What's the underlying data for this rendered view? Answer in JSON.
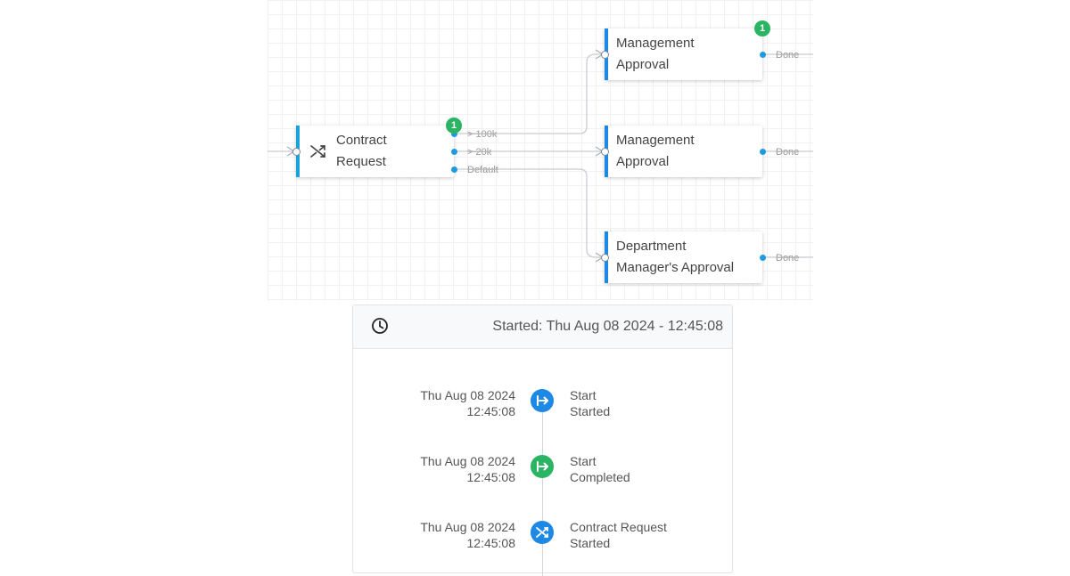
{
  "workflow": {
    "nodes": [
      {
        "id": "contract",
        "title_line1": "Contract",
        "title_line2": "Request",
        "badge": "1",
        "bar_color": "#1aa3d9"
      },
      {
        "id": "mgmt1",
        "title_line1": "Management",
        "title_line2": "Approval",
        "badge": "1",
        "bar_color": "#1e88e5"
      },
      {
        "id": "mgmt2",
        "title_line1": "Management",
        "title_line2": "Approval",
        "badge": "",
        "bar_color": "#1e88e5"
      },
      {
        "id": "dept",
        "title_line1": "Department",
        "title_line2": "Manager's Approval",
        "badge": "",
        "bar_color": "#1e88e5"
      }
    ],
    "contract_outputs": [
      "> 100k",
      "> 20k",
      "Default"
    ],
    "approval_output": "Done"
  },
  "timeline": {
    "started_label": "Started: Thu Aug 08 2024 - 12:45:08",
    "events": [
      {
        "date": "Thu Aug 08 2024",
        "time": "12:45:08",
        "activity": "Start",
        "status": "Started",
        "icon": "start-icon",
        "color": "#1e88e5"
      },
      {
        "date": "Thu Aug 08 2024",
        "time": "12:45:08",
        "activity": "Start",
        "status": "Completed",
        "icon": "start-icon",
        "color": "#2ab463"
      },
      {
        "date": "Thu Aug 08 2024",
        "time": "12:45:08",
        "activity": "Contract Request",
        "status": "Started",
        "icon": "shuffle-icon",
        "color": "#1e88e5"
      }
    ]
  }
}
